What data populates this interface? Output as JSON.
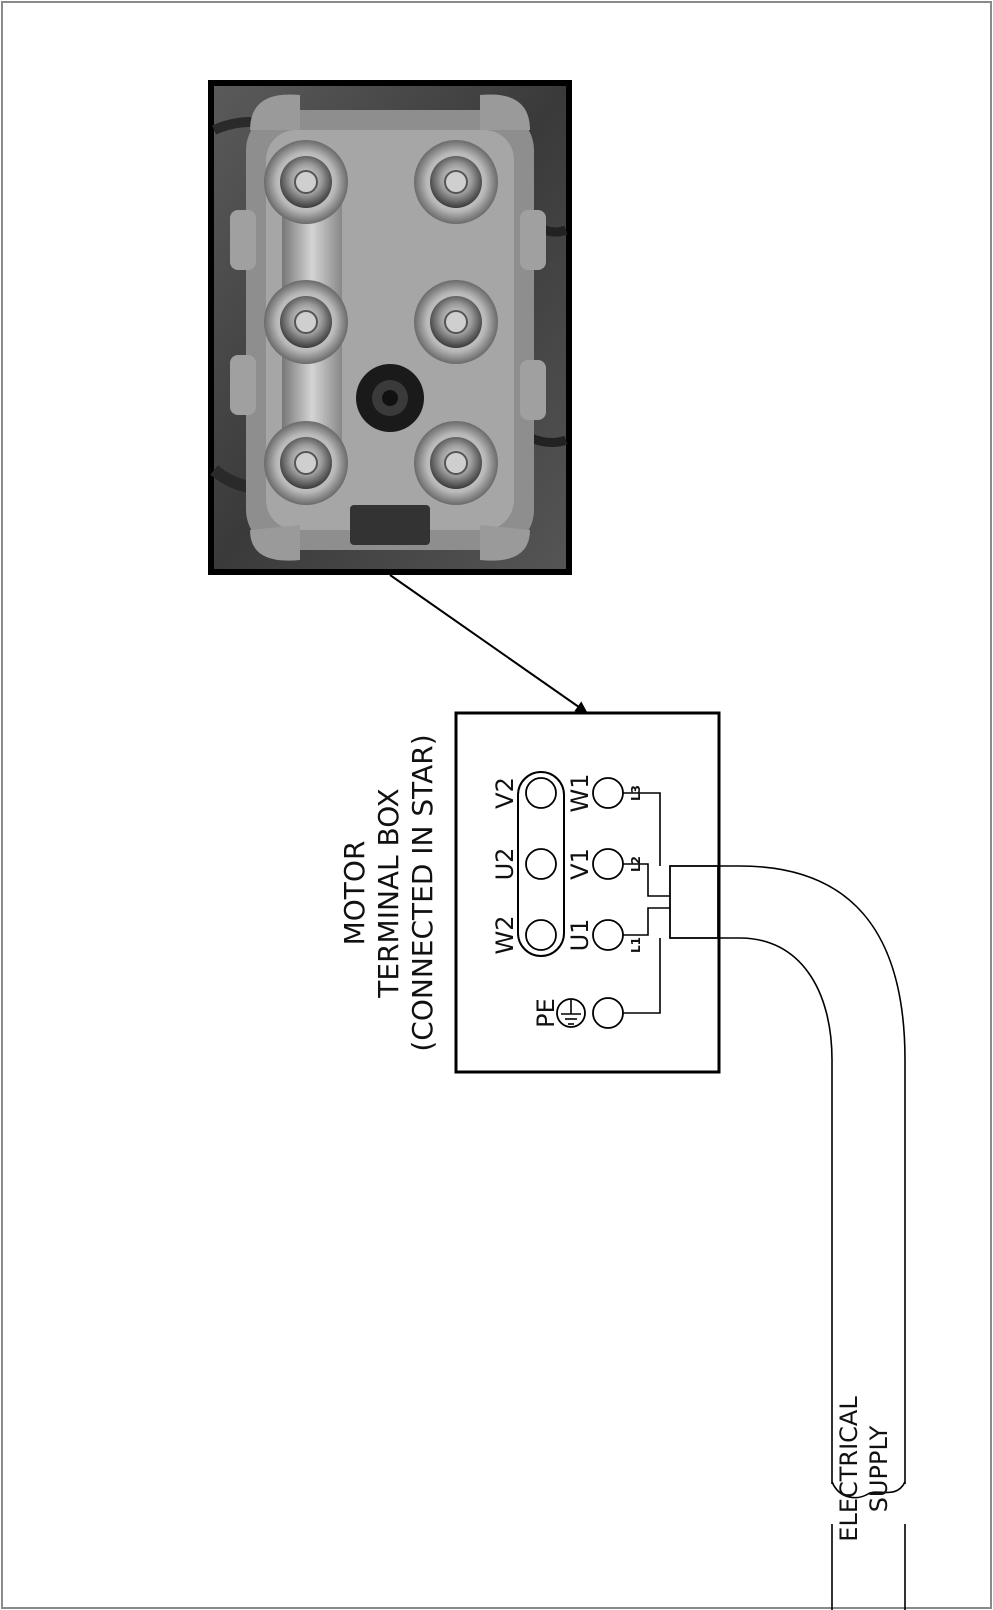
{
  "title": {
    "line1": "MOTOR",
    "line2": "TERMINAL BOX",
    "line3": "(CONNECTED IN STAR)"
  },
  "terminals": {
    "pe": "PE",
    "w2": "W2",
    "u2": "U2",
    "v2": "V2",
    "u1": "U1",
    "v1": "V1",
    "w1": "W1"
  },
  "lines": {
    "l1": "L1",
    "l2": "L2",
    "l3": "L3"
  },
  "supply": {
    "line1": "ELECTRICAL",
    "line2": "SUPPLY"
  }
}
